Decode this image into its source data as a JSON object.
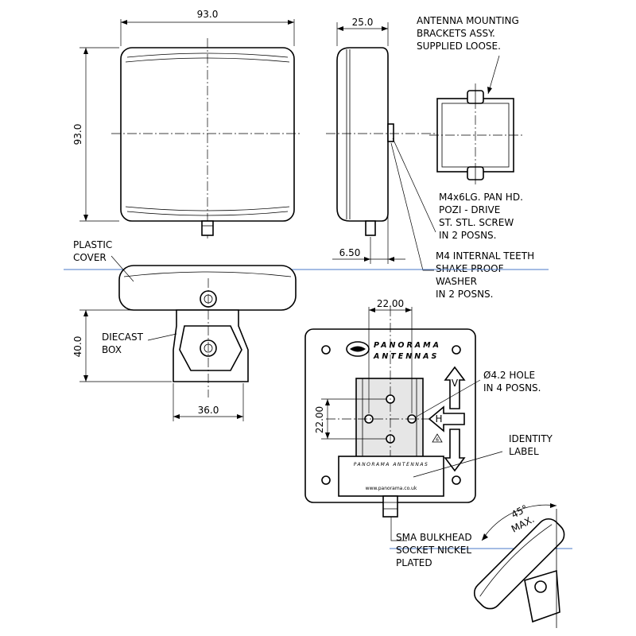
{
  "dimensions": {
    "front_width": "93.0",
    "front_height": "93.0",
    "side_depth": "25.0",
    "connector_offset": "6.50",
    "box_height": "40.0",
    "box_width": "36.0",
    "hole_spacing_h": "22.00",
    "hole_spacing_v": "22.00",
    "tilt_angle": "45°",
    "tilt_max": "MAX."
  },
  "notes": {
    "brackets": [
      "ANTENNA MOUNTING",
      "BRACKETS ASSY.",
      "SUPPLIED LOOSE."
    ],
    "screw": [
      "M4x6LG. PAN HD.",
      "POZI - DRIVE",
      "ST. STL. SCREW",
      "IN 2 POSNS."
    ],
    "washer": [
      "M4 INTERNAL TEETH",
      "SHAKE PROOF",
      "WASHER",
      "IN 2 POSNS."
    ],
    "plastic_cover": [
      "PLASTIC",
      "COVER"
    ],
    "diecast_box": [
      "DIECAST",
      "BOX"
    ],
    "hole": [
      "Ø4.2 HOLE",
      "IN 4 POSNS."
    ],
    "identity_label": [
      "IDENTITY",
      "LABEL"
    ],
    "sma": [
      "SMA BULKHEAD",
      "SOCKET NICKEL",
      "PLATED"
    ]
  },
  "label": {
    "brand_line1": "PANORAMA",
    "brand_line2": "ANTENNAS",
    "label_brand": "PANORAMA ANTENNAS",
    "website": "www.panorama.co.uk",
    "pol_v": "V",
    "pol_h": "H",
    "pol_mark": "6"
  }
}
